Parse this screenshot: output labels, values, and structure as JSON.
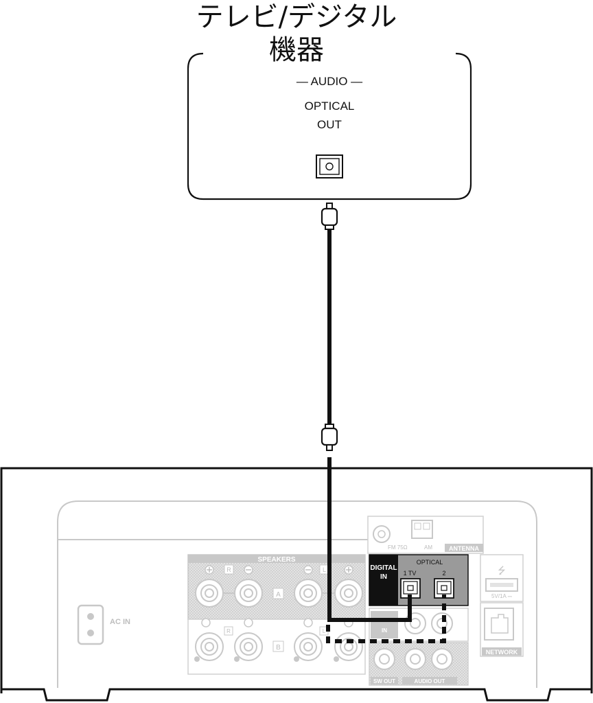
{
  "title": {
    "line1": "テレビ/デジタル",
    "line2": "機器"
  },
  "source_device": {
    "audio_label": "— AUDIO —",
    "jack_label_line1": "OPTICAL",
    "jack_label_line2": "OUT"
  },
  "receiver": {
    "speakers_label": "SPEAKERS",
    "channel_r": "R",
    "channel_l": "L",
    "zone_a": "A",
    "zone_b": "B",
    "ac_in": "AC IN",
    "fm_label": "FM 75Ω",
    "am_label": "AM",
    "antenna_label": "ANTENNA",
    "digital_in_line1": "DIGITAL",
    "digital_in_line2": "IN",
    "optical_label": "OPTICAL",
    "optical_port1": "1 TV",
    "optical_port2": "2",
    "analog_in_line2": "IN",
    "usb_rating": "5V/1A ⎓",
    "network_label": "NETWORK",
    "sw_out_label": "SW OUT",
    "audio_out_label": "AUDIO OUT"
  },
  "colors": {
    "line": "#111111",
    "faded": "#c8c8c8",
    "faded_fill": "#e6e6e6",
    "highlight_fill": "#9a9a9a",
    "black_panel": "#111111"
  }
}
